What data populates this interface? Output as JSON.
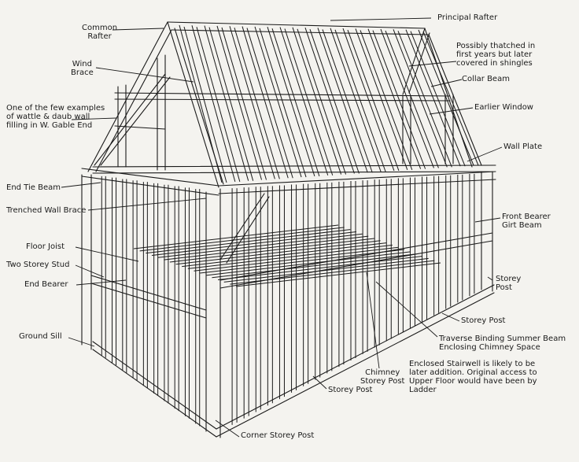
{
  "labels": {
    "principal_rafter": "Principal Rafter",
    "common_rafter": "Common\nRafter",
    "thatch_note": "Possibly thatched in\nfirst years but later\ncovered in shingles",
    "wind_brace": "Wind\nBrace",
    "collar_beam": "Collar Beam",
    "wattle_note": "One of the few examples\nof wattle & daub wall\nfilling in W. Gable End",
    "earlier_window": "Earlier Window",
    "wall_plate": "Wall Plate",
    "end_tie_beam": "End Tie Beam",
    "trenched_wall_brace": "Trenched Wall Brace",
    "front_bearer": "Front Bearer\nGirt Beam",
    "floor_joist": "Floor Joist",
    "two_storey_stud": "Two Storey Stud",
    "end_bearer": "End Bearer",
    "storey_post_right": "Storey\nPost",
    "storey_post_mid": "Storey Post",
    "ground_sill": "Ground Sill",
    "summer_beam": "Traverse Binding Summer Beam\nEnclosing Chimney Space",
    "stairwell_note": "Enclosed Stairwell is likely to be\nlater addition. Original access to\nUpper Floor would have been by\nLadder",
    "chimney_storey_post": "Chimney\nStorey Post",
    "storey_post_bottom": "Storey Post",
    "corner_storey_post": "Corner Storey Post"
  },
  "colors": {
    "ink": "#1a1a1a",
    "paper": "#f4f3ef"
  }
}
